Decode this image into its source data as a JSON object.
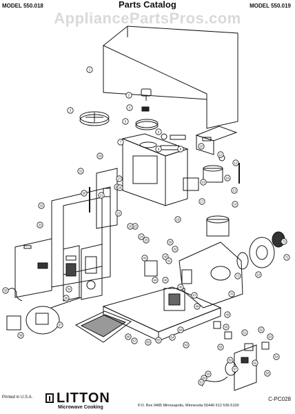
{
  "header": {
    "left_model": "MODEL 550.018",
    "title": "Parts Catalog",
    "right_model": "MODEL 550.019"
  },
  "watermark": "AppliancePartsPros.com",
  "footer": {
    "printed": "Printed in U.S.A.",
    "brand": "LITTON",
    "brand_sub": "Microwave Cooking",
    "address": "P.O. Box 9485   Minneapolis, Minnesota 55440   612  536-5100",
    "page_code": "C-PC028"
  },
  "callouts": [
    {
      "n": "1"
    },
    {
      "n": "2"
    },
    {
      "n": "3"
    },
    {
      "n": "4"
    },
    {
      "n": "5"
    },
    {
      "n": "6"
    },
    {
      "n": "7"
    },
    {
      "n": "8"
    },
    {
      "n": "9"
    },
    {
      "n": "10"
    },
    {
      "n": "11"
    },
    {
      "n": "12"
    },
    {
      "n": "13"
    },
    {
      "n": "14"
    },
    {
      "n": "15"
    },
    {
      "n": "16"
    },
    {
      "n": "17"
    },
    {
      "n": "18"
    },
    {
      "n": "19"
    },
    {
      "n": "20"
    },
    {
      "n": "21"
    },
    {
      "n": "22"
    },
    {
      "n": "23"
    },
    {
      "n": "24"
    },
    {
      "n": "25"
    },
    {
      "n": "26"
    },
    {
      "n": "27"
    },
    {
      "n": "28"
    },
    {
      "n": "29"
    },
    {
      "n": "30"
    },
    {
      "n": "31"
    },
    {
      "n": "32"
    },
    {
      "n": "33"
    },
    {
      "n": "34"
    },
    {
      "n": "35"
    },
    {
      "n": "36"
    },
    {
      "n": "37"
    },
    {
      "n": "38"
    },
    {
      "n": "39"
    },
    {
      "n": "40"
    },
    {
      "n": "41"
    },
    {
      "n": "42"
    },
    {
      "n": "43"
    },
    {
      "n": "44"
    },
    {
      "n": "45"
    },
    {
      "n": "46"
    },
    {
      "n": "47"
    },
    {
      "n": "48"
    },
    {
      "n": "49"
    },
    {
      "n": "50"
    },
    {
      "n": "51"
    },
    {
      "n": "52"
    },
    {
      "n": "53"
    },
    {
      "n": "54"
    },
    {
      "n": "55"
    },
    {
      "n": "56"
    },
    {
      "n": "57"
    },
    {
      "n": "58"
    },
    {
      "n": "59"
    },
    {
      "n": "60"
    },
    {
      "n": "61"
    },
    {
      "n": "62"
    },
    {
      "n": "63"
    },
    {
      "n": "64"
    },
    {
      "n": "65"
    },
    {
      "n": "66"
    },
    {
      "n": "67"
    },
    {
      "n": "68"
    },
    {
      "n": "69"
    },
    {
      "n": "70"
    },
    {
      "n": "71"
    },
    {
      "n": "72"
    },
    {
      "n": "73"
    }
  ]
}
